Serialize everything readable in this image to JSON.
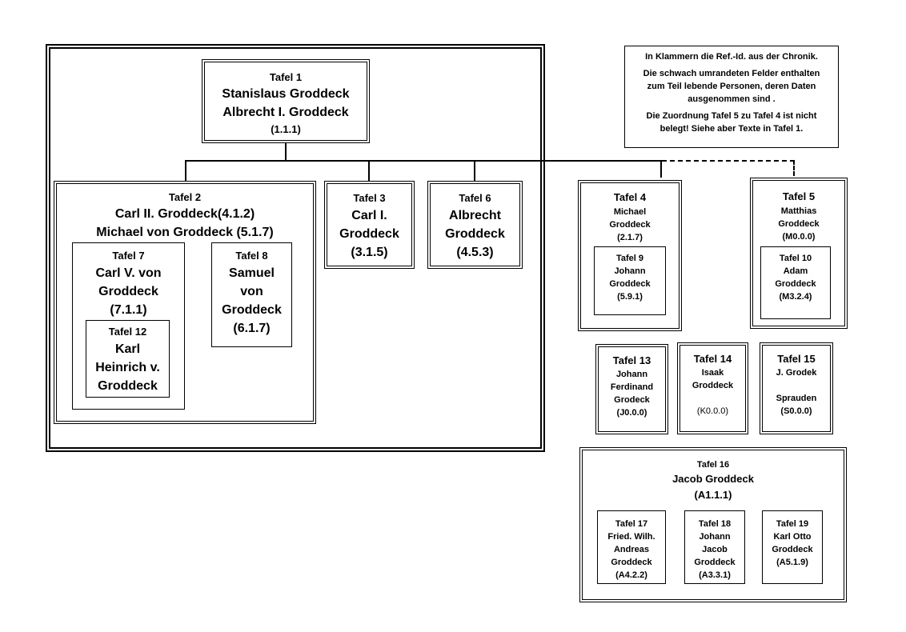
{
  "legend": {
    "line1": "In Klammern die Ref.-Id. aus der Chronik.",
    "line2": "Die schwach  umrandeten Felder enthalten",
    "line3": "zum Teil lebende Personen, deren Daten",
    "line4": "ausgenommen sind .",
    "line5": "Die Zuordnung Tafel 5 zu Tafel 4  ist nicht",
    "line6": "belegt! Siehe aber Texte in Tafel 1."
  },
  "tafeln": {
    "t1": [
      "Tafel 1",
      "Stanislaus Groddeck",
      "Albrecht I. Groddeck",
      "(1.1.1)"
    ],
    "t2": [
      "Tafel 2",
      "Carl II.  Groddeck(4.1.2)",
      "Michael von Groddeck  (5.1.7)"
    ],
    "t3": [
      "Tafel 3",
      "Carl I.",
      "Groddeck",
      "(3.1.5)"
    ],
    "t6": [
      "Tafel 6",
      "Albrecht",
      "Groddeck",
      "(4.5.3)"
    ],
    "t7": [
      "Tafel 7",
      "Carl V. von",
      "Groddeck",
      "(7.1.1)"
    ],
    "t8": [
      "Tafel 8",
      "Samuel",
      "von",
      "Groddeck",
      "(6.1.7)"
    ],
    "t12": [
      "Tafel 12",
      "Karl",
      "Heinrich v.",
      "Groddeck"
    ],
    "t4": [
      "Tafel 4",
      "Michael",
      "Groddeck",
      "(2.1.7)"
    ],
    "t9": [
      "Tafel 9",
      "Johann",
      "Groddeck",
      "(5.9.1)"
    ],
    "t5": [
      "Tafel 5",
      "Matthias",
      "Groddeck",
      "(M0.0.0)"
    ],
    "t10": [
      "Tafel 10",
      "Adam",
      "Groddeck",
      "(M3.2.4)"
    ],
    "t13": [
      "Tafel 13",
      "Johann",
      "Ferdinand",
      "Grodeck",
      "(J0.0.0)"
    ],
    "t14": [
      "Tafel 14",
      "Isaak",
      "Groddeck",
      "",
      "(K0.0.0)"
    ],
    "t15": [
      "Tafel 15",
      "J. Grodek",
      "",
      "Sprauden",
      "(S0.0.0)"
    ],
    "t16": [
      "Tafel 16",
      "Jacob Groddeck",
      "(A1.1.1)"
    ],
    "t17": [
      "Tafel 17",
      "Fried. Wilh.",
      "Andreas",
      "Groddeck",
      "(A4.2.2)"
    ],
    "t18": [
      "Tafel 18",
      "Johann",
      "Jacob",
      "Groddeck",
      "(A3.3.1)"
    ],
    "t19": [
      "Tafel 19",
      "Karl Otto",
      "Groddeck",
      "(A5.1.9)"
    ]
  }
}
